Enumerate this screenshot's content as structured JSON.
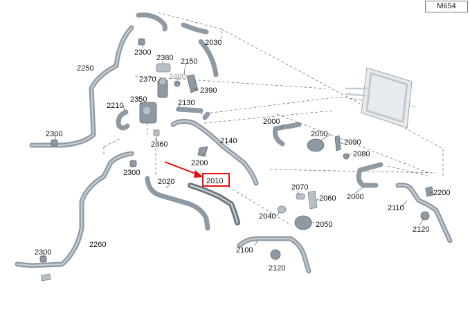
{
  "diagram": {
    "model_code": "M654",
    "highlight_color": "#e01010",
    "hose_color": "#8e9aa3",
    "highlighted_part": "2010",
    "labels": {
      "p2030": "2030",
      "p2300a": "2300",
      "p2380": "2380",
      "p2150": "2150",
      "p2250": "2250",
      "p2400": "2400",
      "p2370": "2370",
      "p2390": "2390",
      "p2350": "2350",
      "p2210": "2210",
      "p2130": "2130",
      "p2000a": "2000",
      "p2300b": "2300",
      "p2360": "2360",
      "p2140": "2140",
      "p2050a": "2050",
      "p2090": "2090",
      "p2080": "2080",
      "p2200a": "2200",
      "p2300c": "2300",
      "p2020": "2020",
      "p2010": "2010",
      "p2070": "2070",
      "p2060": "2060",
      "p2000b": "2000",
      "p2200b": "2200",
      "p2110": "2110",
      "p2040": "2040",
      "p2050b": "2050",
      "p2120a": "2120",
      "p2260": "2260",
      "p2100": "2100",
      "p2300d": "2300",
      "p2120b": "2120"
    }
  }
}
